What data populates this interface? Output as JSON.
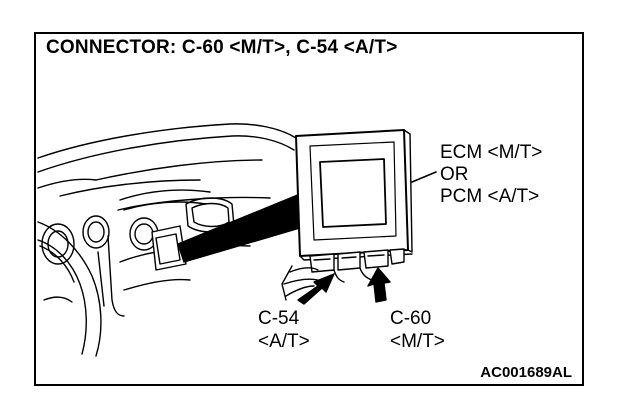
{
  "title": "CONNECTOR: C-60 <M/T>, C-54 <A/T>",
  "labels": {
    "ecm_line1": "ECM <M/T>",
    "ecm_line2": "OR",
    "ecm_line3": "PCM <A/T>",
    "c54_line1": "C-54",
    "c54_line2": "<A/T>",
    "c60_line1": "C-60",
    "c60_line2": "<M/T>"
  },
  "figure_code": "AC001689AL",
  "colors": {
    "ink": "#000000",
    "paper": "#ffffff"
  }
}
